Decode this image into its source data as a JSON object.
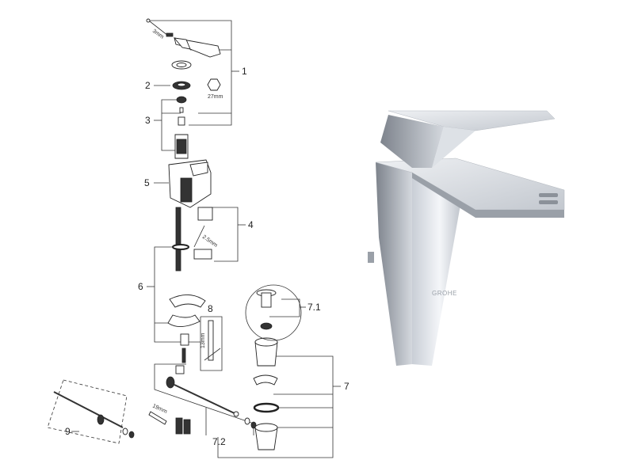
{
  "diagram": {
    "callouts": [
      "1",
      "2",
      "3",
      "4",
      "5",
      "6",
      "7",
      "7.1",
      "7.2",
      "8",
      "9"
    ],
    "dimensions": {
      "allen_key_top": "3mm",
      "nut": "27mm",
      "allen_key_handle": "2.5mm",
      "rod": "13mm",
      "wrench": "19mm"
    }
  },
  "photo": {
    "brand_logo": "GROHE"
  }
}
